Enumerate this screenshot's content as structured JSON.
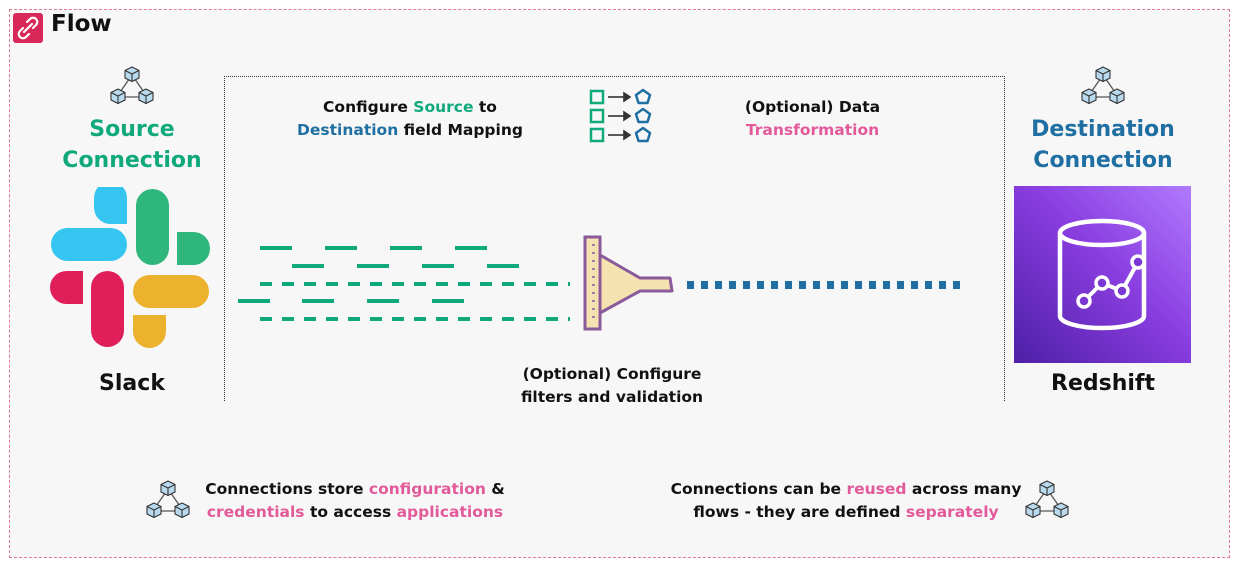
{
  "header": {
    "title": "Flow",
    "icon": "flow-link-icon"
  },
  "source": {
    "heading_line1": "Source",
    "heading_line2": "Connection",
    "app_name": "Slack",
    "icon": "slack-logo"
  },
  "destination": {
    "heading_line1": "Destination",
    "heading_line2": "Connection",
    "app_name": "Redshift",
    "icon": "redshift-database-icon"
  },
  "mapping": {
    "pre": "Configure ",
    "source_word": "Source",
    "mid": " to",
    "destination_word": "Destination",
    "post": " field Mapping",
    "icon": "field-mapping-icon"
  },
  "transformation": {
    "line1": "(Optional) Data",
    "line2": "Transformation"
  },
  "filters": {
    "line1": "(Optional) Configure",
    "line2": "filters and validation",
    "icon": "funnel-filter-icon"
  },
  "note_left": {
    "a": "Connections store ",
    "b": "configuration",
    "c": " &",
    "d": "credentials",
    "e": " to access ",
    "f": "applications"
  },
  "note_right": {
    "a": "Connections can be ",
    "b": "reused",
    "c": " across many",
    "d": "flows - they are defined ",
    "e": "separately"
  },
  "colors": {
    "accent_pink": "#e25a9a",
    "source_teal": "#10a97b",
    "destination_blue": "#1f6fa3",
    "frame_border": "#e07a95"
  }
}
